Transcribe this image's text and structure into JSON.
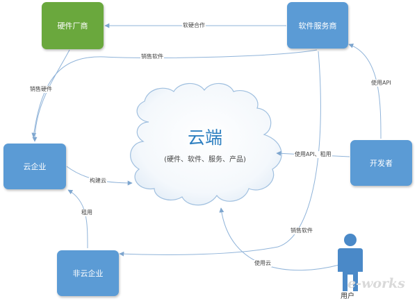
{
  "colors": {
    "hardware": "#6aa83d",
    "blue": "#5b9bd5",
    "line": "#8fb3d9",
    "cloud_title": "#2d7fc0",
    "user": "#4a89c8"
  },
  "nodes": {
    "hardware_vendor": "硬件厂商",
    "software_vendor": "软件服务商",
    "cloud_enterprise": "云企业",
    "developer": "开发者",
    "non_cloud_enterprise": "非云企业"
  },
  "cloud": {
    "title": "云端",
    "subtitle": "(硬件、软件、服务、产品)"
  },
  "user": {
    "label": "用户",
    "icon": "person-icon"
  },
  "edges": {
    "cooperation": "软硬合作",
    "sell_software_top": "销售软件",
    "sell_hardware": "销售硬件",
    "use_api": "使用API",
    "use_api_rent": "使用API、租用",
    "build_cloud": "构建云",
    "rent": "租用",
    "sell_software_bottom": "销售软件",
    "use_cloud": "使用云"
  },
  "watermark": "e-works"
}
